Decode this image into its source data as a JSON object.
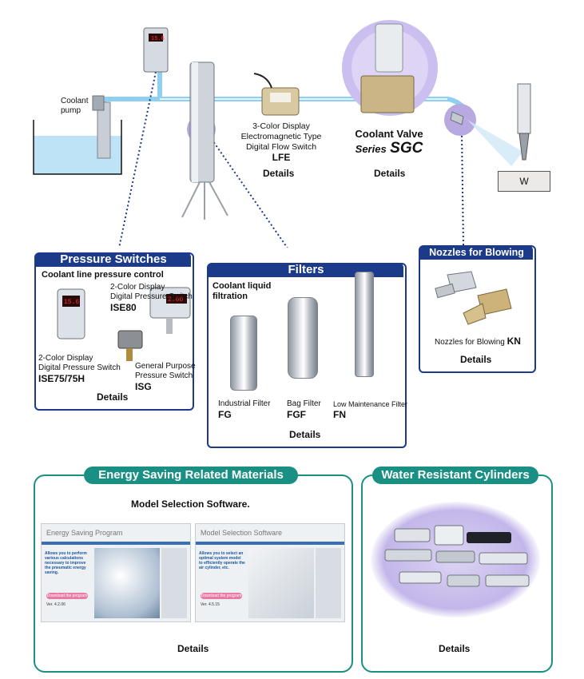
{
  "process": {
    "coolant_pump": "Coolant\npump",
    "workpiece": "W",
    "flow_switch": {
      "l1": "3-Color Display",
      "l2": "Electromagnetic Type",
      "l3": "Digital Flow Switch",
      "model": "LFE",
      "details": "Details"
    },
    "coolant_valve": {
      "title": "Coolant Valve",
      "series_word": "Series",
      "series_model": "SGC",
      "details": "Details"
    }
  },
  "pressure_switches": {
    "header": "Pressure Switches",
    "subtitle": "Coolant line pressure control",
    "ise80": {
      "l1": "2-Color Display",
      "l2": "Digital Pressure Switch",
      "model": "ISE80"
    },
    "ise75": {
      "l1": "2-Color Display",
      "l2": "Digital Pressure Switch",
      "model": "ISE75/75H"
    },
    "isg": {
      "l1": "General Purpose",
      "l2": "Pressure Switch",
      "model": "ISG"
    },
    "display_value_left": "15.6",
    "display_value_right": "2.00",
    "details": "Details"
  },
  "filters": {
    "header": "Filters",
    "subtitle_l1": "Coolant liquid",
    "subtitle_l2": "filtration",
    "fg": {
      "label": "Industrial Filter",
      "model": "FG"
    },
    "fgf": {
      "label": "Bag Filter",
      "model": "FGF"
    },
    "fn": {
      "label": "Low Maintenance Filter",
      "model": "FN"
    },
    "details": "Details"
  },
  "nozzles": {
    "header": "Nozzles for Blowing",
    "label": "Nozzles for Blowing",
    "model": "KN",
    "details": "Details"
  },
  "energy": {
    "header": "Energy Saving Related Materials",
    "subtitle": "Model Selection Software.",
    "screen1": {
      "title": "Energy Saving Program",
      "blurb": "Allows you to perform various calculations necessary to improve the pneumatic energy saving.",
      "button": "Download the program",
      "ver": "Ver. 4.2.06"
    },
    "screen2": {
      "title": "Model Selection Software",
      "blurb": "Allows you to select an optimal system model to efficiently operate the air cylinder, etc.",
      "button": "Download the program",
      "ver": "Ver. 4.5.15"
    },
    "details": "Details"
  },
  "cylinders": {
    "header": "Water Resistant Cylinders",
    "details": "Details"
  },
  "colors": {
    "navy": "#1b3a8a",
    "teal": "#1a8f83",
    "pipe": "#8fd0f0",
    "display_red": "#ff3030"
  }
}
